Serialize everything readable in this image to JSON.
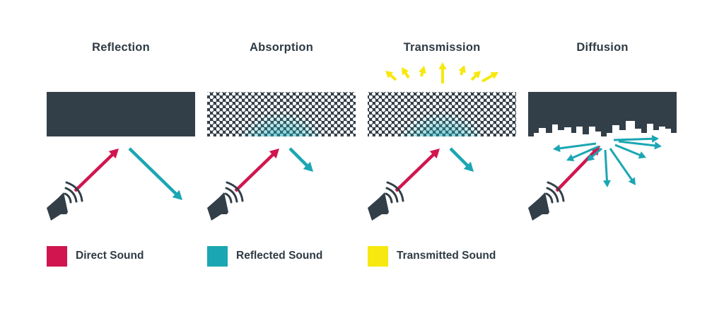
{
  "panels": [
    {
      "id": "reflection",
      "title": "Reflection"
    },
    {
      "id": "absorption",
      "title": "Absorption"
    },
    {
      "id": "transmission",
      "title": "Transmission"
    },
    {
      "id": "diffusion",
      "title": "Diffusion"
    }
  ],
  "legend": [
    {
      "label": "Direct Sound",
      "color": "#d1164f",
      "icon": "direct-sound-swatch"
    },
    {
      "label": "Reflected Sound",
      "color": "#1ba6b3",
      "icon": "reflected-sound-swatch"
    },
    {
      "label": "Transmitted Sound",
      "color": "#f7e80f",
      "icon": "transmitted-sound-swatch"
    }
  ],
  "colors": {
    "wall": "#333f48",
    "direct": "#d1164f",
    "reflected": "#1ba6b3",
    "transmitted": "#f7e80f",
    "text": "#2f3b44"
  },
  "icons": [
    "speaker-icon",
    "arrow-icon",
    "perforated-panel",
    "diffuser-panel",
    "solid-wall"
  ]
}
